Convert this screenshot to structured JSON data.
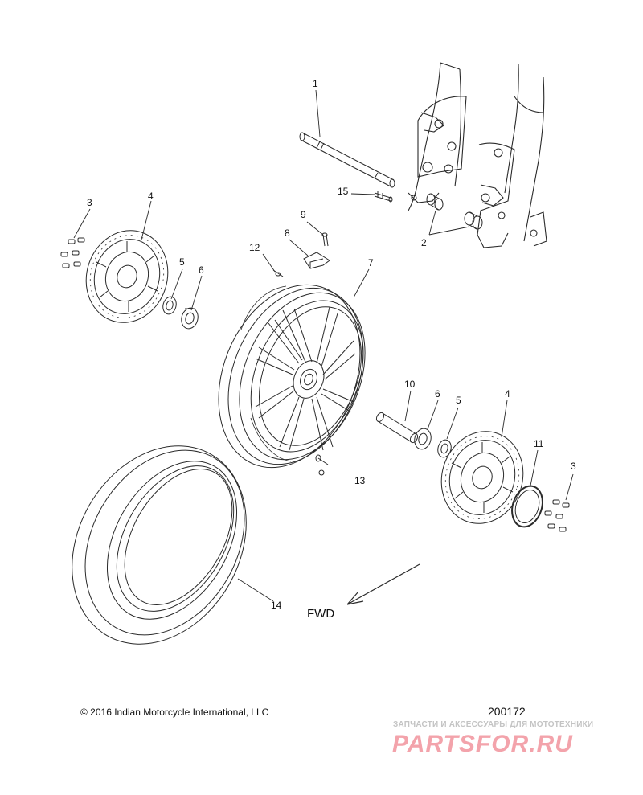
{
  "diagram": {
    "callouts": [
      {
        "id": "c1",
        "text": "1"
      },
      {
        "id": "c2",
        "text": "2"
      },
      {
        "id": "c3a",
        "text": "3"
      },
      {
        "id": "c3b",
        "text": "3"
      },
      {
        "id": "c4a",
        "text": "4"
      },
      {
        "id": "c4b",
        "text": "4"
      },
      {
        "id": "c5a",
        "text": "5"
      },
      {
        "id": "c5b",
        "text": "5"
      },
      {
        "id": "c6a",
        "text": "6"
      },
      {
        "id": "c6b",
        "text": "6"
      },
      {
        "id": "c7",
        "text": "7"
      },
      {
        "id": "c8",
        "text": "8"
      },
      {
        "id": "c9",
        "text": "9"
      },
      {
        "id": "c10",
        "text": "10"
      },
      {
        "id": "c11",
        "text": "11"
      },
      {
        "id": "c12",
        "text": "12"
      },
      {
        "id": "c13",
        "text": "13"
      },
      {
        "id": "c14",
        "text": "14"
      },
      {
        "id": "c15",
        "text": "15"
      }
    ],
    "direction_label": "FWD",
    "copyright": "© 2016 Indian Motorcycle International, LLC",
    "figure_number": "200172"
  },
  "watermark": {
    "tagline": "ЗАПЧАСТИ И АКСЕССУАРЫ ДЛЯ МОТОТЕХНИКИ",
    "logo": "PARTSFOR.RU"
  },
  "colors": {
    "line": "#2a2a2a",
    "watermark_logo": "#f3a3ab",
    "watermark_text": "#c4c4c4"
  }
}
